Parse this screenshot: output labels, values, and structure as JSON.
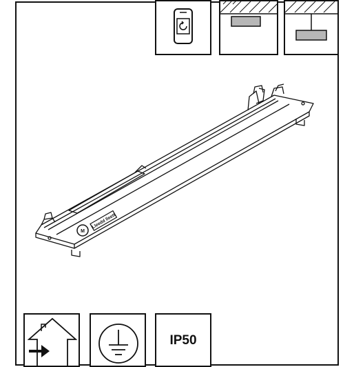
{
  "diagram": {
    "fixture_label": "Lleedd lleett",
    "fixture_badge": "M",
    "icons": {
      "top": [
        {
          "name": "phone-app-icon"
        },
        {
          "name": "ceiling-recessed-mount-icon"
        },
        {
          "name": "ceiling-suspended-mount-icon"
        }
      ],
      "bottom": [
        {
          "name": "indoor-use-icon"
        },
        {
          "name": "protective-earth-icon"
        },
        {
          "name": "ip-rating-icon",
          "label": "IP50"
        }
      ]
    },
    "colors": {
      "stroke": "#111111",
      "panel": "#b7b7b7",
      "fixture_fill": "#ffffff"
    }
  }
}
